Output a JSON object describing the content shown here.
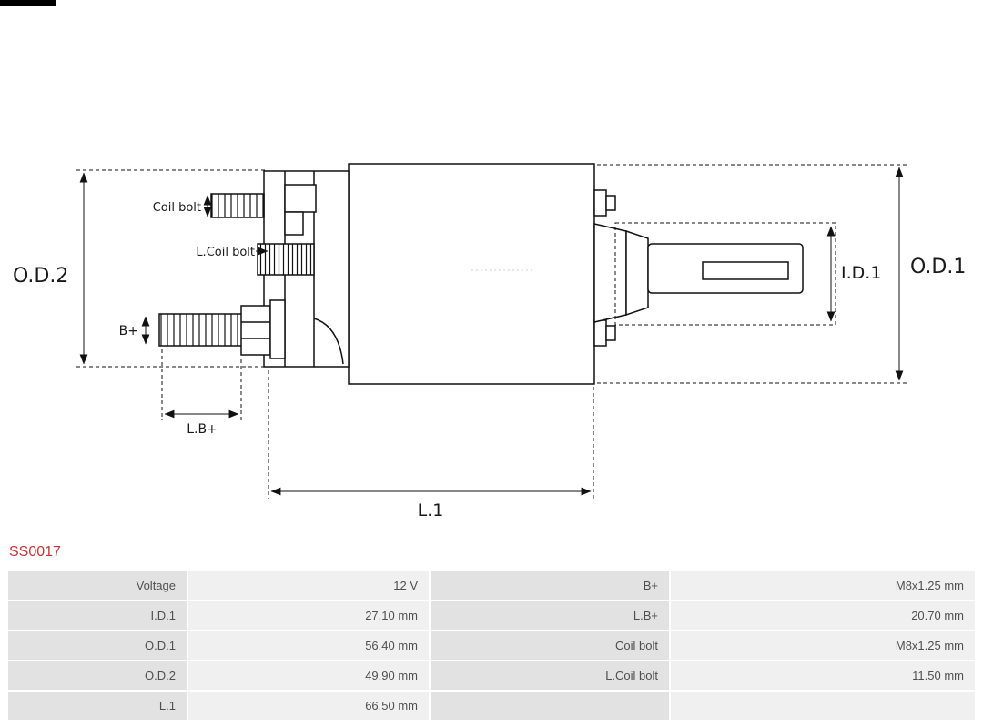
{
  "part_id": "SS0017",
  "diagram": {
    "od2_label": "O.D.2",
    "od1_label": "O.D.1",
    "id1_label": "I.D.1",
    "l1_label": "L.1",
    "lb_label": "L.B+",
    "b_label": "B+",
    "coil_bolt_label": "Coil bolt",
    "l_coil_bolt_label": "L.Coil bolt"
  },
  "table": {
    "rows": [
      {
        "l1": "Voltage",
        "v1": "12 V",
        "l2": "B+",
        "v2": "M8x1.25 mm"
      },
      {
        "l1": "I.D.1",
        "v1": "27.10 mm",
        "l2": "L.B+",
        "v2": "20.70 mm"
      },
      {
        "l1": "O.D.1",
        "v1": "56.40 mm",
        "l2": "Coil bolt",
        "v2": "M8x1.25 mm"
      },
      {
        "l1": "O.D.2",
        "v1": "49.90 mm",
        "l2": "L.Coil bolt",
        "v2": "11.50 mm"
      },
      {
        "l1": "L.1",
        "v1": "66.50 mm",
        "l2": "",
        "v2": ""
      }
    ]
  }
}
